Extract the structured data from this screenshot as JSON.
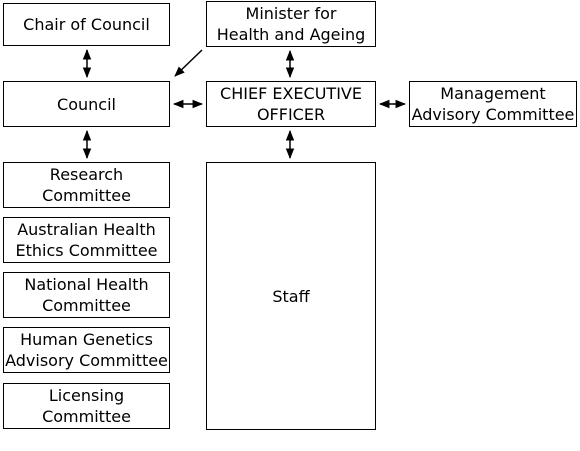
{
  "boxes": {
    "chair": "Chair of Council",
    "minister": "Minister for\nHealth and Ageing",
    "council": "Council",
    "ceo": "CHIEF EXECUTIVE\nOFFICER",
    "mac": "Management\nAdvisory Committee",
    "staff": "Staff",
    "committees": [
      "Research\nCommittee",
      "Australian Health\nEthics Committee",
      "National Health\nCommittee",
      "Human Genetics\nAdvisory Committee",
      "Licensing\nCommittee"
    ]
  }
}
